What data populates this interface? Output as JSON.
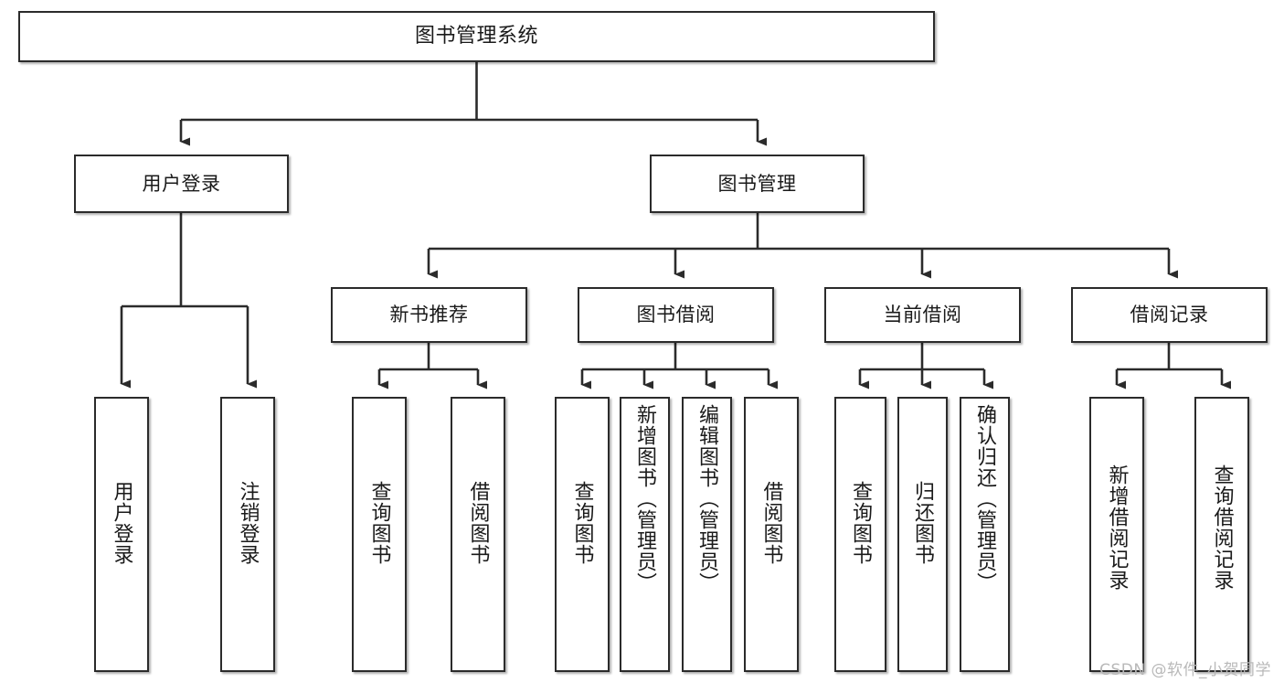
{
  "diagram": {
    "type": "tree-hierarchy",
    "title": "图书管理系统",
    "orientation": "top-down",
    "colors": {
      "box_border": "#2b2b2b",
      "box_fill": "#ffffff",
      "connector": "#2b2b2b",
      "text": "#1a1a1a",
      "watermark": "#b9b9b9",
      "background": "#ffffff"
    },
    "nodes": {
      "root": {
        "label": "图书管理系统"
      },
      "level2": [
        {
          "id": "user-login",
          "label": "用户登录"
        },
        {
          "id": "book-manage",
          "label": "图书管理"
        }
      ],
      "level3": [
        {
          "id": "new-book-recommend",
          "label": "新书推荐"
        },
        {
          "id": "book-borrow",
          "label": "图书借阅"
        },
        {
          "id": "current-borrow",
          "label": "当前借阅"
        },
        {
          "id": "borrow-record",
          "label": "借阅记录"
        }
      ],
      "leaves": {
        "user-login": [
          {
            "id": "leaf-user-login",
            "label": "用户登录"
          },
          {
            "id": "leaf-user-logout",
            "label": "注销登录"
          }
        ],
        "new-book-recommend": [
          {
            "id": "leaf-query-book-1",
            "label": "查询图书"
          },
          {
            "id": "leaf-borrow-book-1",
            "label": "借阅图书"
          }
        ],
        "book-borrow": [
          {
            "id": "leaf-query-book-2",
            "label": "查询图书"
          },
          {
            "id": "leaf-add-book",
            "label": "新增图书（管理员）"
          },
          {
            "id": "leaf-edit-book",
            "label": "编辑图书（管理员）"
          },
          {
            "id": "leaf-borrow-book-2",
            "label": "借阅图书"
          }
        ],
        "current-borrow": [
          {
            "id": "leaf-query-book-3",
            "label": "查询图书"
          },
          {
            "id": "leaf-return-book",
            "label": "归还图书"
          },
          {
            "id": "leaf-confirm-return",
            "label": "确认归还（管理员）"
          }
        ],
        "borrow-record": [
          {
            "id": "leaf-add-record",
            "label": "新增借阅记录"
          },
          {
            "id": "leaf-query-record",
            "label": "查询借阅记录"
          }
        ]
      }
    }
  },
  "watermark": {
    "text": "CSDN @软件_小贺同学"
  }
}
